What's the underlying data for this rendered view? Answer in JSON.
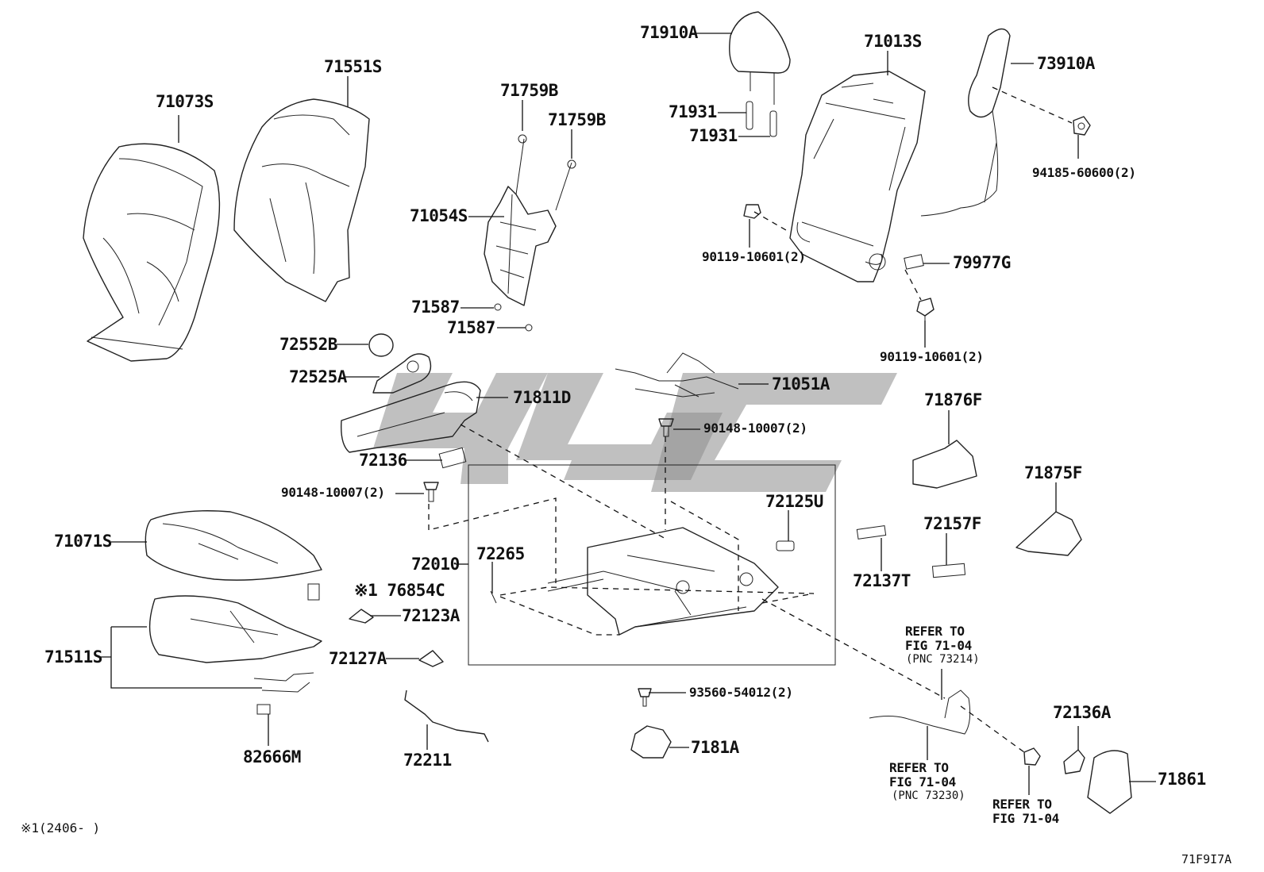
{
  "diagram": {
    "code": "71F9I7A",
    "footnote": "※1(2406-     )",
    "labels": {
      "p71073S": "71073S",
      "p71551S": "71551S",
      "p71759B_a": "71759B",
      "p71759B_b": "71759B",
      "p71054S": "71054S",
      "p71587_a": "71587",
      "p71587_b": "71587",
      "p71910A": "71910A",
      "p71931_a": "71931",
      "p71931_b": "71931",
      "p71013S": "71013S",
      "p73910A": "73910A",
      "p94185": "94185-60600(2)",
      "p90119_a": "90119-10601(2)",
      "p79977G": "79977G",
      "p90119_b": "90119-10601(2)",
      "p72552B": "72552B",
      "p72525A": "72525A",
      "p71811D": "71811D",
      "p71051A": "71051A",
      "p90148_a": "90148-10007(2)",
      "p72136": "72136",
      "p90148_b": "90148-10007(2)",
      "p71876F": "71876F",
      "p71875F": "71875F",
      "p72125U": "72125U",
      "p72157F": "72157F",
      "p71071S": "71071S",
      "p72010": "72010",
      "p72265": "72265",
      "p72137T": "72137T",
      "p76854C": "※1 76854C",
      "p72123A": "72123A",
      "p71511S": "71511S",
      "p72127A": "72127A",
      "p93560": "93560-54012(2)",
      "p7181A": "7181A",
      "p82666M": "82666M",
      "p72211": "72211",
      "p72136A": "72136A",
      "p71861": "71861"
    },
    "refer1": {
      "line1": "REFER TO",
      "line2": "FIG 71-04",
      "line3": "(PNC 73214)"
    },
    "refer2": {
      "line1": "REFER TO",
      "line2": "FIG 71-04",
      "line3": "(PNC 73230)"
    },
    "refer3": {
      "line1": "REFER TO",
      "line2": "FIG 71-04"
    }
  }
}
